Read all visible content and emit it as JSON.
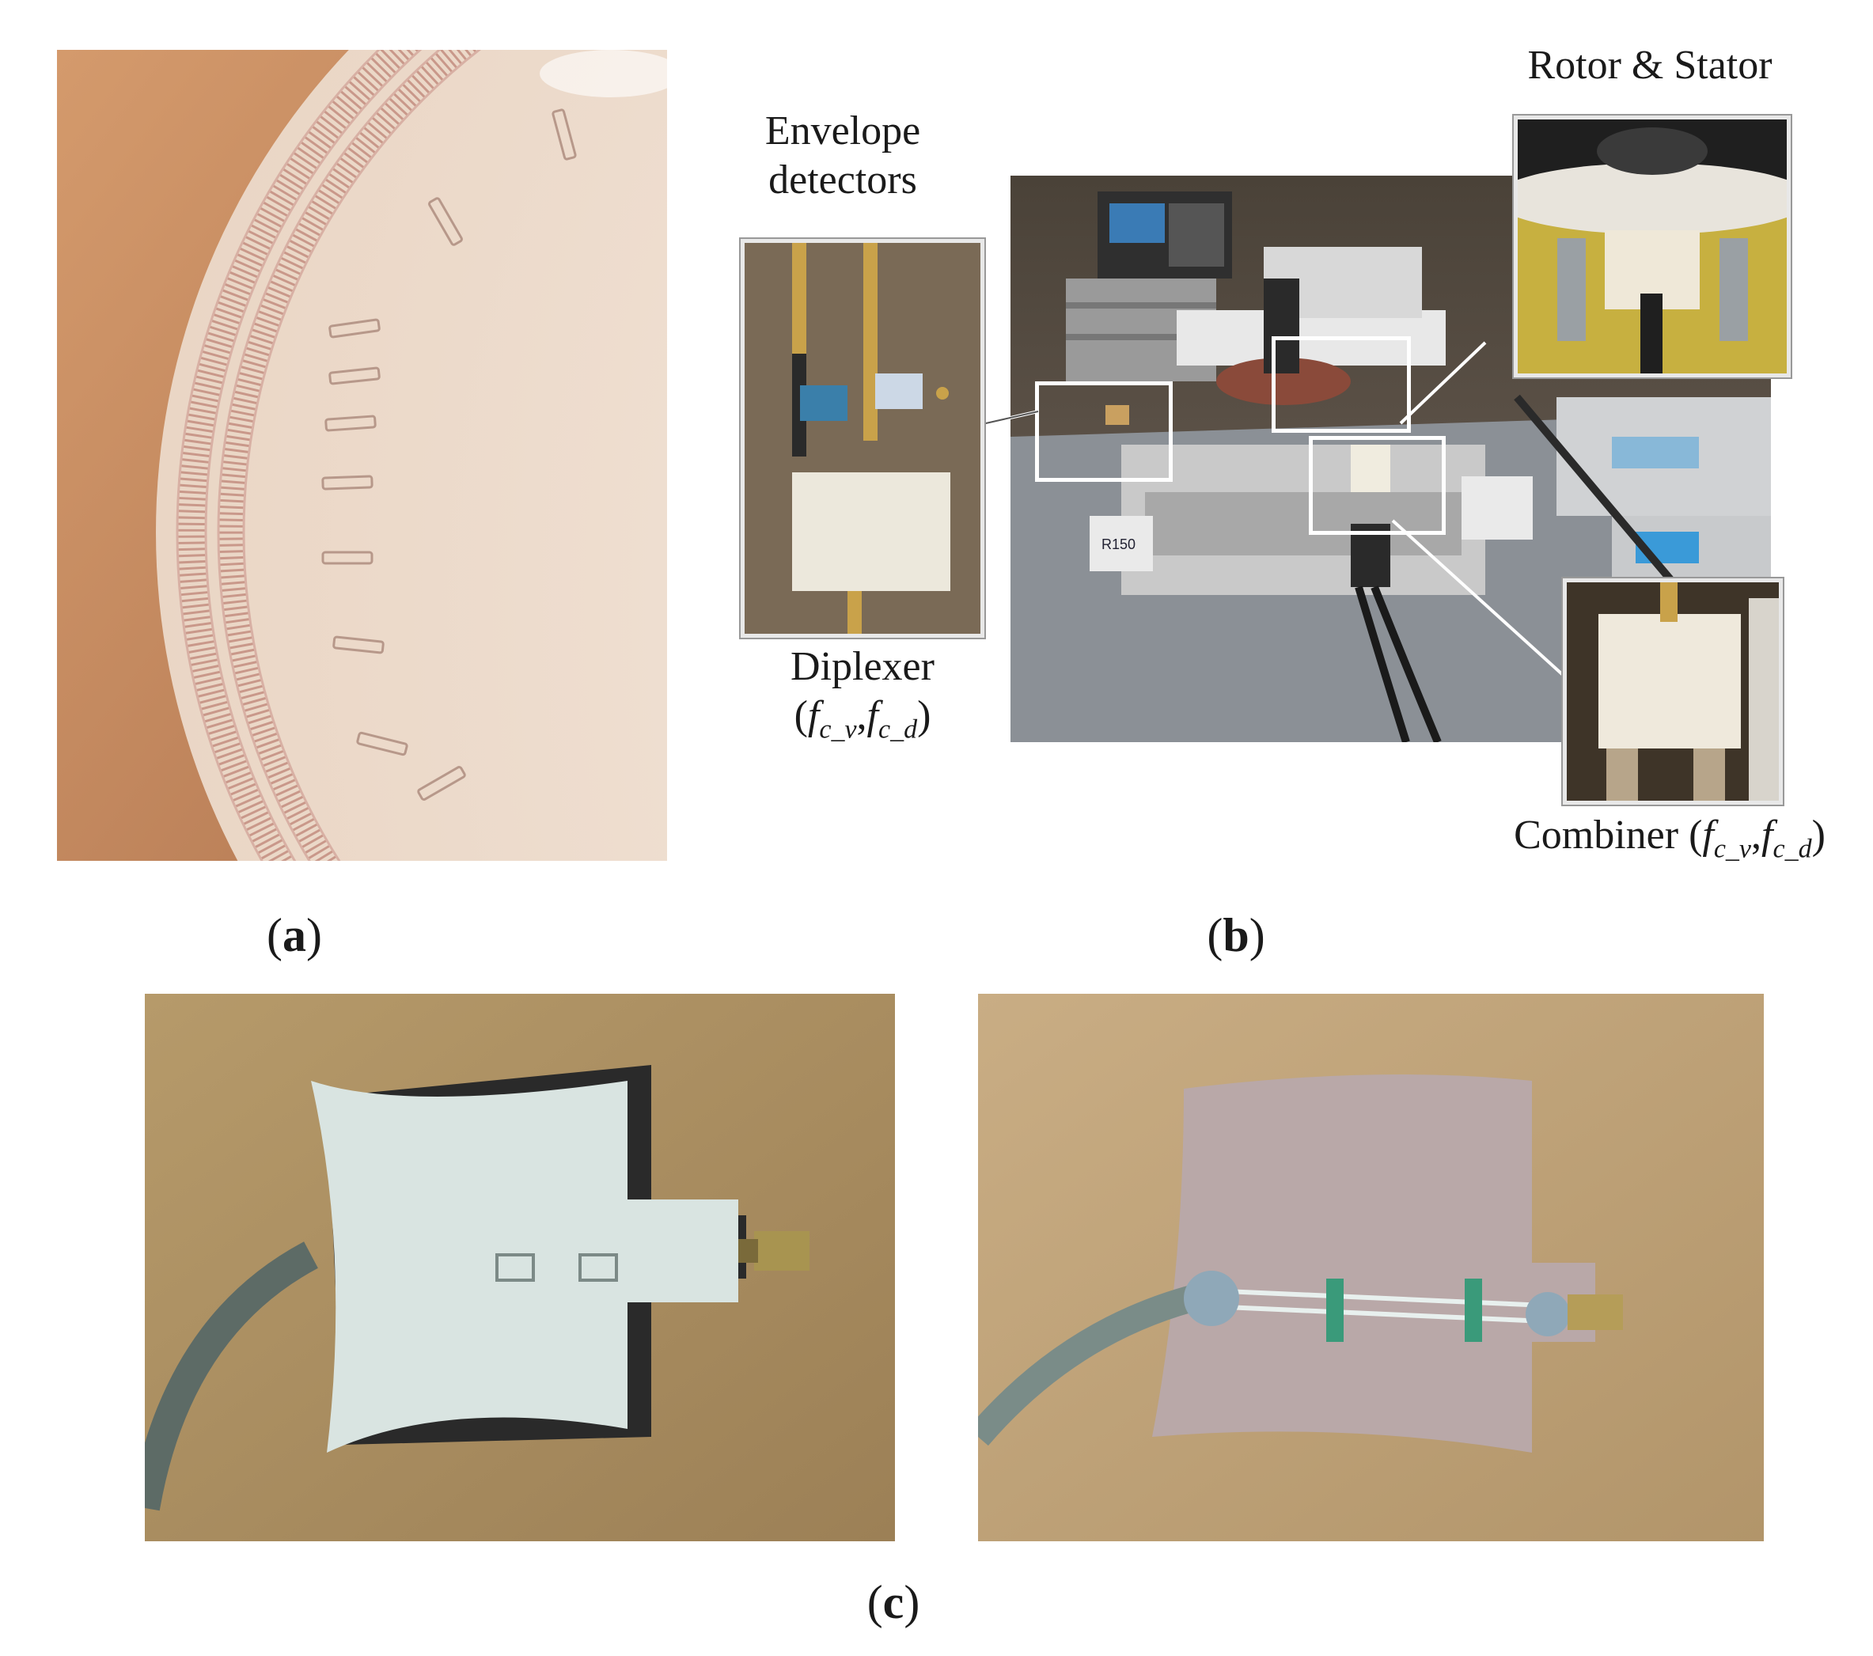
{
  "figure": {
    "panel_a": {
      "label": "a"
    },
    "panel_b": {
      "label": "b",
      "annotations": {
        "envelope_detectors_line1": "Envelope",
        "envelope_detectors_line2": "detectors",
        "diplexer_title": "Diplexer",
        "diplexer_params_open": "(",
        "diplexer_param_1": "f",
        "diplexer_param_1_sub": "c_v",
        "diplexer_param_sep": ",",
        "diplexer_param_2": "f",
        "diplexer_param_2_sub": "c_d",
        "diplexer_params_close": ")",
        "rotor_stator": "Rotor & Stator",
        "combiner_title": "Combiner (",
        "combiner_param_1": "f",
        "combiner_param_1_sub": "c_v",
        "combiner_param_sep": ",",
        "combiner_param_2": "f",
        "combiner_param_2_sub": "c_d",
        "combiner_close": ")"
      },
      "photo_text": {
        "brand_label": "R150"
      }
    },
    "panel_c": {
      "label": "c"
    },
    "label_open": "(",
    "label_close": ")"
  },
  "colors": {
    "wood_top": "#c98f62",
    "disk": "#f2e3d6",
    "copper_trace": "#d9a48f",
    "antenna_white": "#e4ecea",
    "wood_bg": "#b89a6c",
    "lab_dark": "#3a3a3a"
  }
}
